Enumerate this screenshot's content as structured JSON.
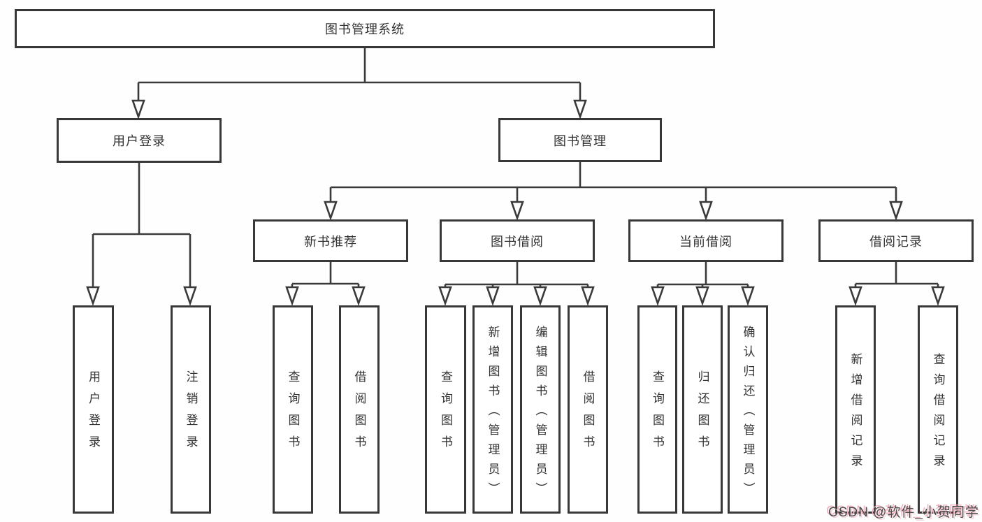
{
  "root": {
    "label": "图书管理系统"
  },
  "level2": {
    "user_login": {
      "label": "用户登录",
      "leaves": [
        "用户登录",
        "注销登录"
      ]
    },
    "book_management": {
      "label": "图书管理"
    }
  },
  "level3": [
    {
      "label": "新书推荐",
      "leaves": [
        "查询图书",
        "借阅图书"
      ]
    },
    {
      "label": "图书借阅",
      "leaves": [
        "查询图书",
        "新增图书（管理员）",
        "编辑图书（管理员）",
        "借阅图书"
      ]
    },
    {
      "label": "当前借阅",
      "leaves": [
        "查询图书",
        "归还图书",
        "确认归还（管理员）"
      ]
    },
    {
      "label": "借阅记录",
      "leaves": [
        "新增借阅记录",
        "查询借阅记录"
      ]
    }
  ],
  "watermark": "CSDN @软件_小贺同学",
  "colors": {
    "line": "#3a3a3a",
    "box_border": "#383838",
    "box_fill": "#ffffff",
    "text": "#333333",
    "watermark_text": "#4c4c4c",
    "watermark_accent": "#f0b2bf"
  }
}
